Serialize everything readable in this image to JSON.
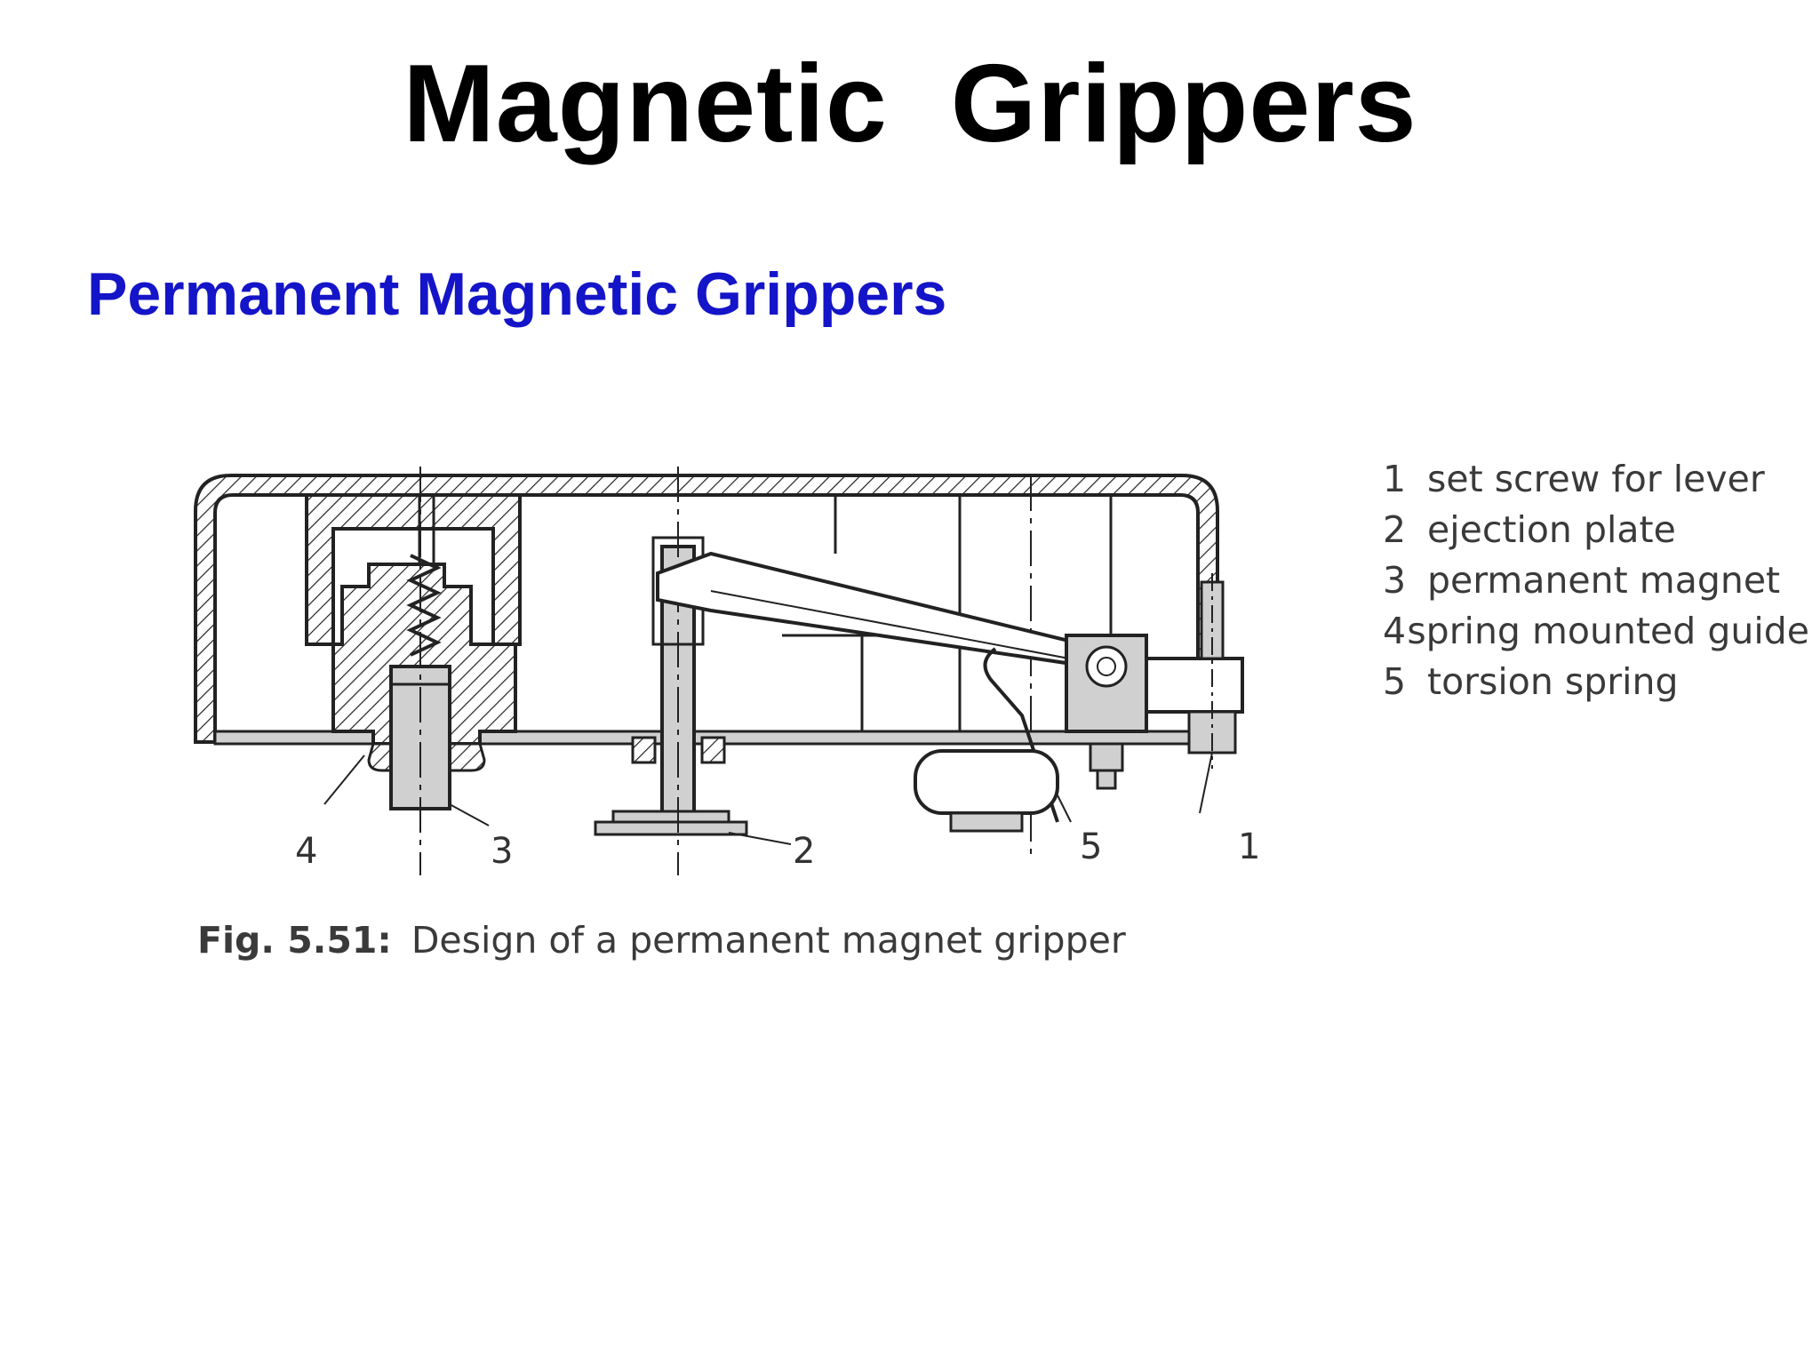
{
  "slide": {
    "title": "Magnetic  Grippers",
    "subtitle": "Permanent Magnetic Grippers"
  },
  "figure": {
    "caption_label": "Fig. 5.51:",
    "caption_text": "Design of a permanent magnet gripper",
    "callouts": [
      "4",
      "3",
      "2",
      "5",
      "1"
    ],
    "legend": [
      {
        "num": "1",
        "text": "set screw for lever"
      },
      {
        "num": "2",
        "text": "ejection plate"
      },
      {
        "num": "3",
        "text": "permanent magnet"
      },
      {
        "num": "4",
        "text": "spring mounted guide"
      },
      {
        "num": "5",
        "text": "torsion spring"
      }
    ]
  },
  "colors": {
    "title": "#000000",
    "subtitle": "#1414c8",
    "drawing_line": "#222222",
    "part_fill": "#d0d0d0"
  }
}
